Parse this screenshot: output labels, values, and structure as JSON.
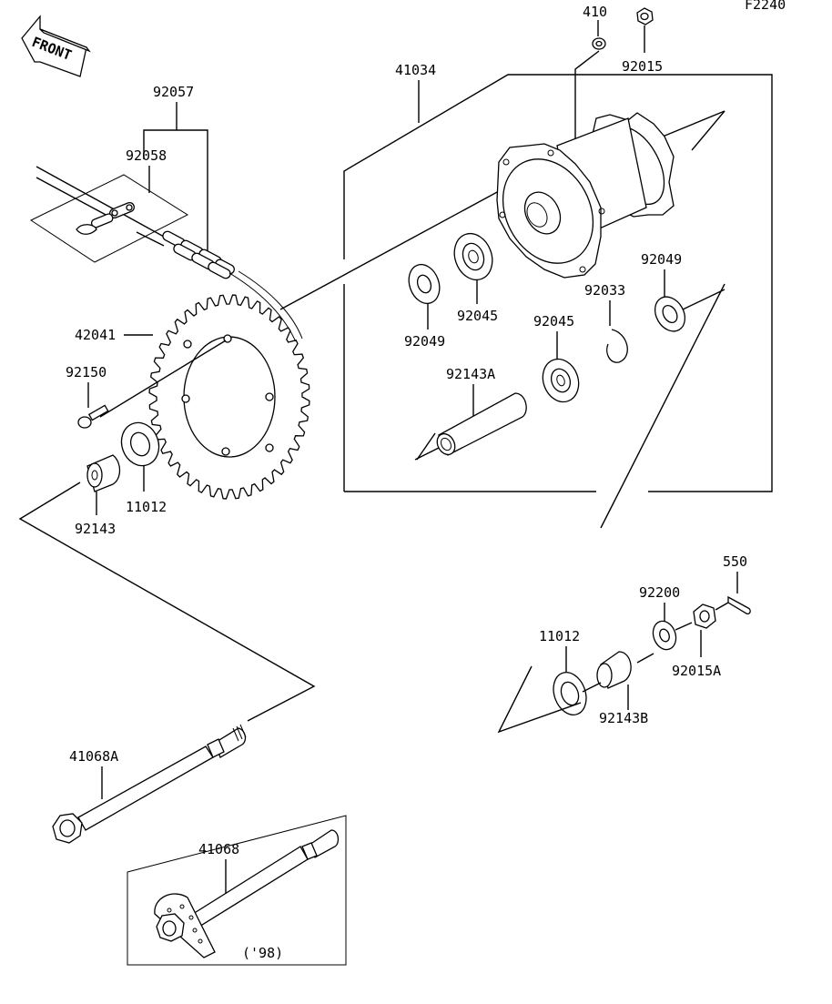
{
  "diagram_code": "F2240",
  "front_label": "FRONT",
  "parts": {
    "p410": "410",
    "p92015": "92015",
    "p41034": "41034",
    "p92057": "92057",
    "p92058": "92058",
    "p42041": "42041",
    "p92150": "92150",
    "p92049a": "92049",
    "p92045a": "92045",
    "p92049b": "92049",
    "p92033": "92033",
    "p92045b": "92045",
    "p92143A": "92143A",
    "p92143": "92143",
    "p11012a": "11012",
    "p550": "550",
    "p92200": "92200",
    "p11012b": "11012",
    "p92015A": "92015A",
    "p92143B": "92143B",
    "p41068A": "41068A",
    "p41068": "41068",
    "year_note": "('98)"
  }
}
